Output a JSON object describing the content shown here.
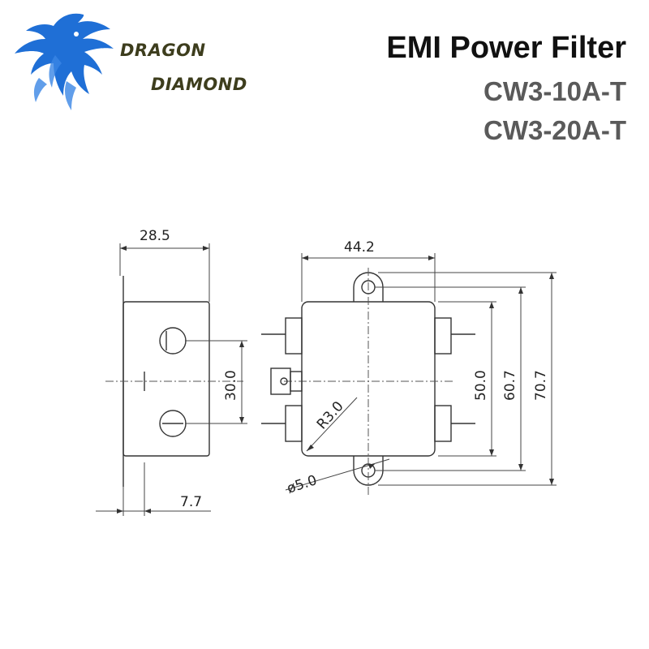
{
  "brand": {
    "line1": "DRAGON",
    "line2": "DIAMOND",
    "logo_icon": "dragon-head-icon",
    "logo_color": "#1f6fd6"
  },
  "header": {
    "title": "EMI Power Filter",
    "models": [
      "CW3-10A-T",
      "CW3-20A-T"
    ]
  },
  "dimensions": {
    "side_width": "28.5",
    "terminal_spacing": "30.0",
    "flange_depth": "7.7",
    "front_width": "44.2",
    "body_height": "50.0",
    "hole_spacing": "60.7",
    "overall_height": "70.7",
    "corner_radius": "R3.0",
    "hole_diameter": "ø5.0"
  }
}
